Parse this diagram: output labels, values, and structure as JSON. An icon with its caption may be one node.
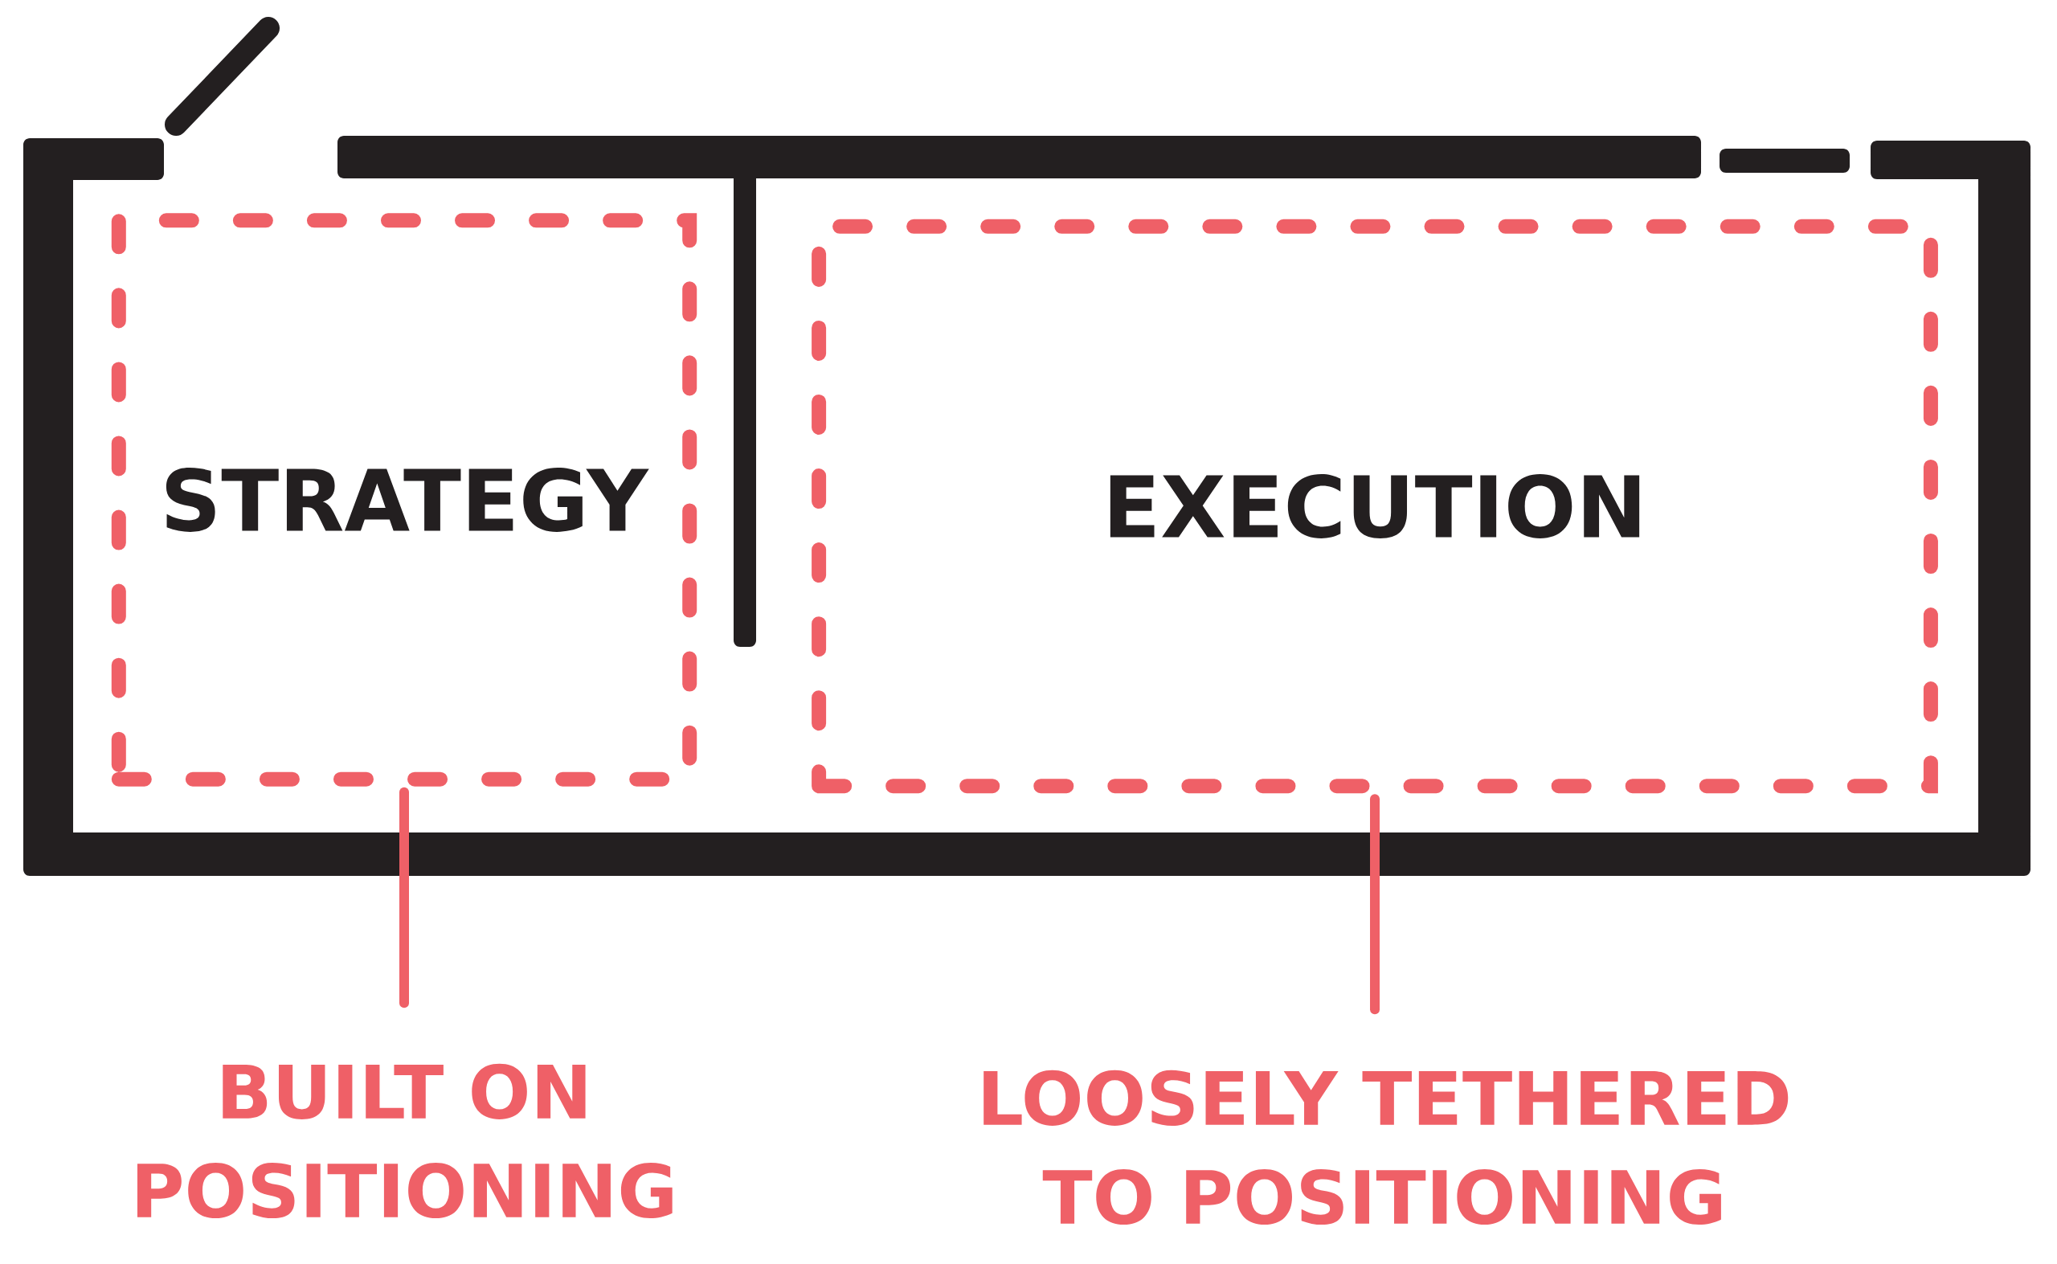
{
  "diagram": {
    "nodes": [
      {
        "text": [],
        "shape": "box"
      },
      {
        "text": [
          "STRATEGY"
        ],
        "in": 0
      },
      {
        "text": [
          "EXECUTION"
        ],
        "in": 0
      },
      {
        "text": [
          "BUILT ON POSITIONING"
        ]
      },
      {
        "text": [
          "LOOSELY TETHERED TO POSITIONING"
        ]
      }
    ],
    "edges": [
      {
        "from": 3,
        "to": 1,
        "arrow": "none"
      },
      {
        "from": 4,
        "to": 2,
        "arrow": "none"
      }
    ]
  }
}
